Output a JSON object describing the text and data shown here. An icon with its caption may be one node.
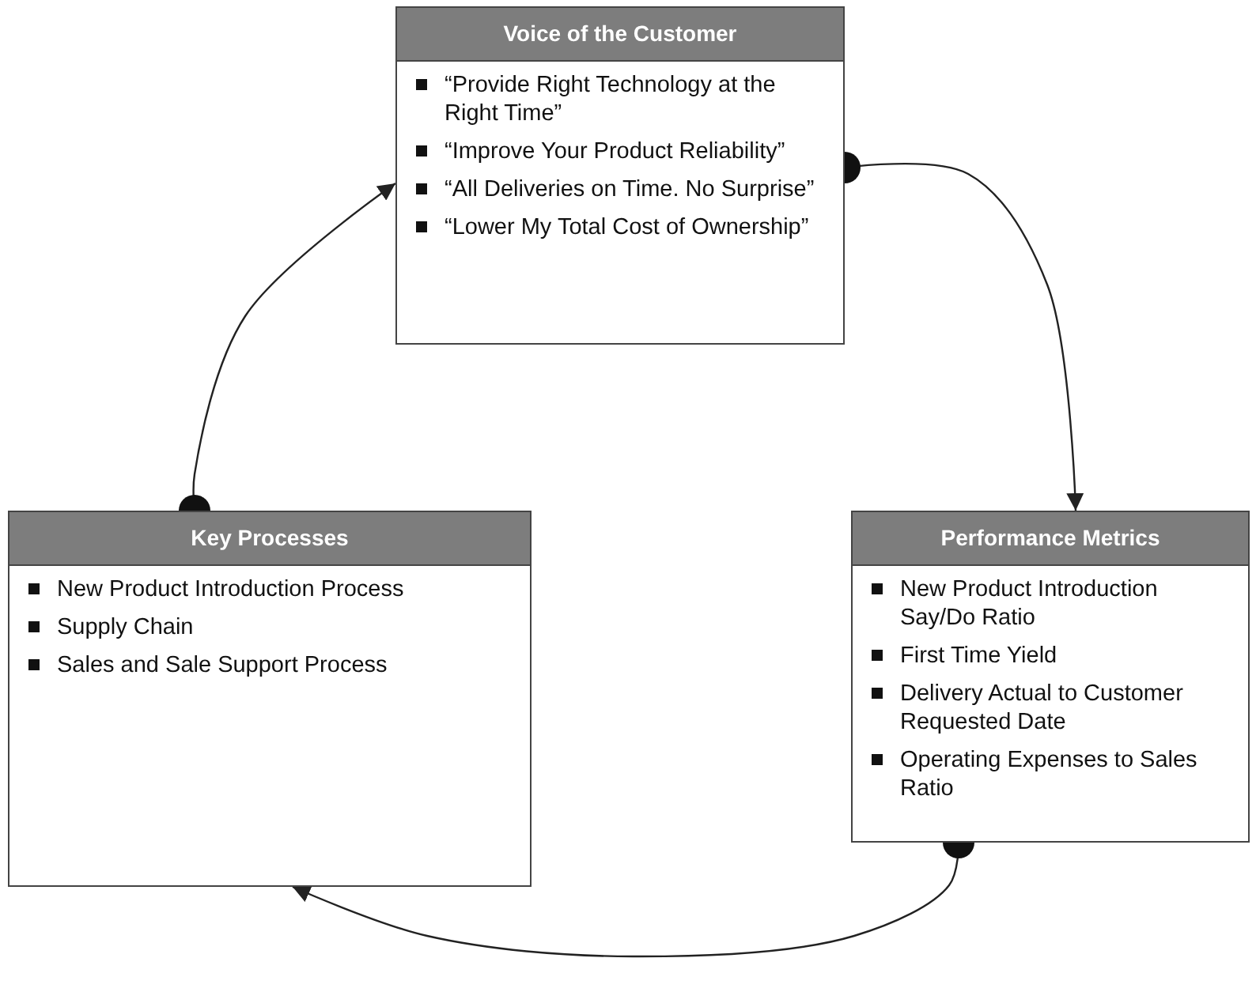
{
  "diagram": {
    "nodes": [
      {
        "text": [
          "Voice of the Customer",
          "“Provide Right Technology at the Right Time”",
          "“Improve Your Product Reliability”",
          "“All Deliveries on Time. No Surprise”",
          "“Lower My Total Cost of Ownership”"
        ]
      },
      {
        "text": [
          "Key Processes",
          "New Product Introduction Process",
          "Supply Chain",
          "Sales and Sale Support Process"
        ]
      },
      {
        "text": [
          "Performance Metrics",
          "New Product Introduction Say/Do Ratio",
          "First Time Yield",
          "Delivery Actual to Customer Requested Date",
          "Operating Expenses to Sales Ratio"
        ]
      }
    ],
    "edges": [
      {
        "from": 0,
        "to": 2,
        "arrow": "to"
      },
      {
        "from": 2,
        "to": 1,
        "arrow": "to"
      },
      {
        "from": 1,
        "to": 0,
        "arrow": "to"
      }
    ]
  }
}
